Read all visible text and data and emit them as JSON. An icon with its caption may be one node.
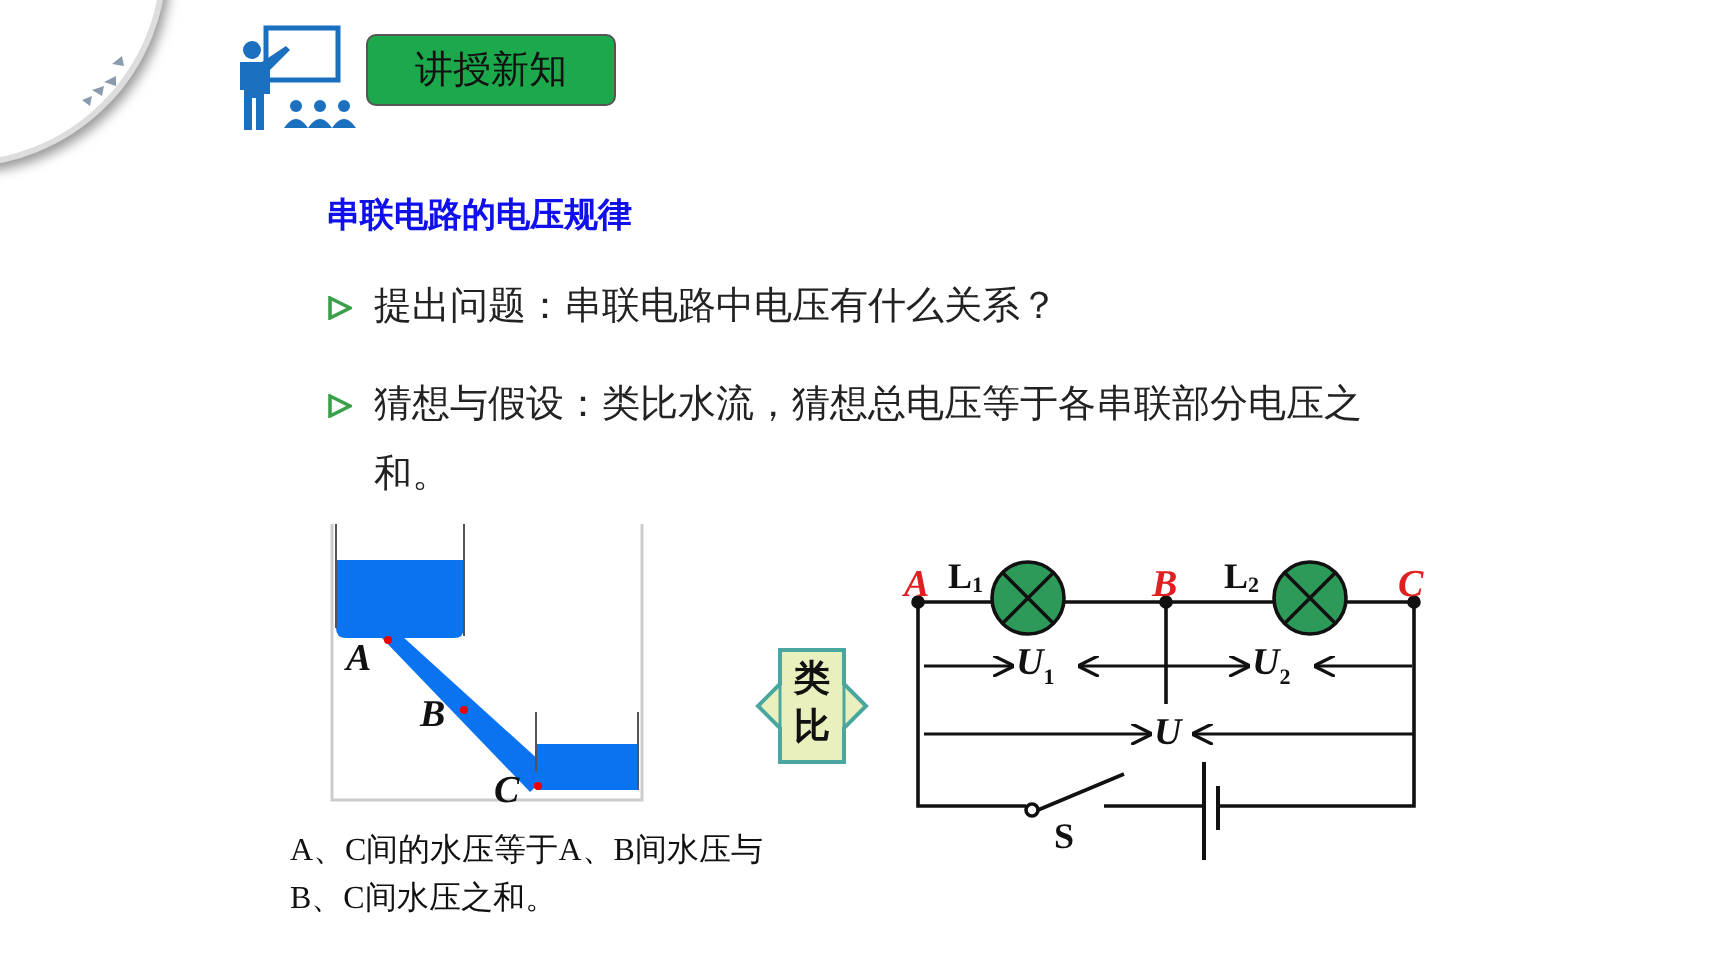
{
  "diagram": {
    "nodes": [
      {
        "text": [
          "讲授新知"
        ]
      },
      {
        "text": [
          "类比"
        ]
      },
      {
        "text": [
          "U$_{1}$"
        ]
      },
      {
        "text": [
          "U$_{2}$"
        ]
      },
      {
        "text": [
          "U"
        ]
      }
    ],
    "edges": [
      {
        "from": null,
        "to": 2,
        "arrow": "to"
      },
      {
        "from": 2,
        "to": 3,
        "arrow": "both"
      },
      {
        "from": null,
        "to": 3,
        "arrow": "to"
      },
      {
        "from": null,
        "to": 4,
        "arrow": "to"
      },
      {
        "from": null,
        "to": 4,
        "arrow": "to"
      }
    ],
    "labels": [
      "串联电路的电压规律",
      "提出问题：串联电路中电压有什么关系？",
      "猜想与假设：类比水流，猜想总电压等于各串联部分电压之和。",
      "A",
      "B",
      "C",
      "A、C间的水压等于A、B间水压与B、C间水压之和。",
      "A",
      "L$_{1}$",
      "B",
      "L$_{2}$",
      "C",
      "S"
    ]
  }
}
